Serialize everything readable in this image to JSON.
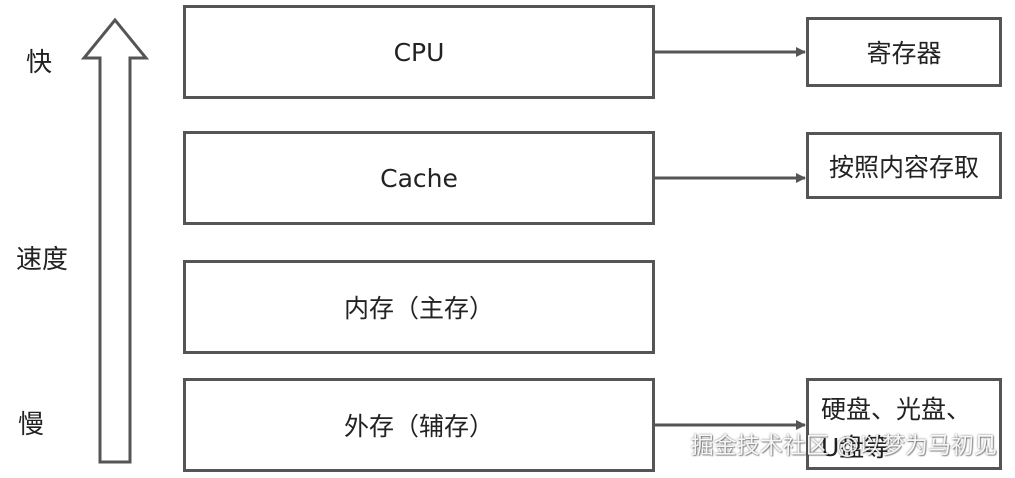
{
  "speed_axis": {
    "fast_label": "快",
    "speed_label": "速度",
    "slow_label": "慢"
  },
  "levels": [
    {
      "label": "CPU"
    },
    {
      "label": "Cache"
    },
    {
      "label": "内存（主存）"
    },
    {
      "label": "外存（辅存）"
    }
  ],
  "notes": {
    "cpu": "寄存器",
    "cache": "按照内容存取",
    "storage_line1": "硬盘、光盘、",
    "storage_line2": "U盘等"
  },
  "watermark": "掘金技术社区 @以梦为马初见",
  "colors": {
    "stroke": "#555555",
    "text": "#222222",
    "background": "#ffffff"
  }
}
